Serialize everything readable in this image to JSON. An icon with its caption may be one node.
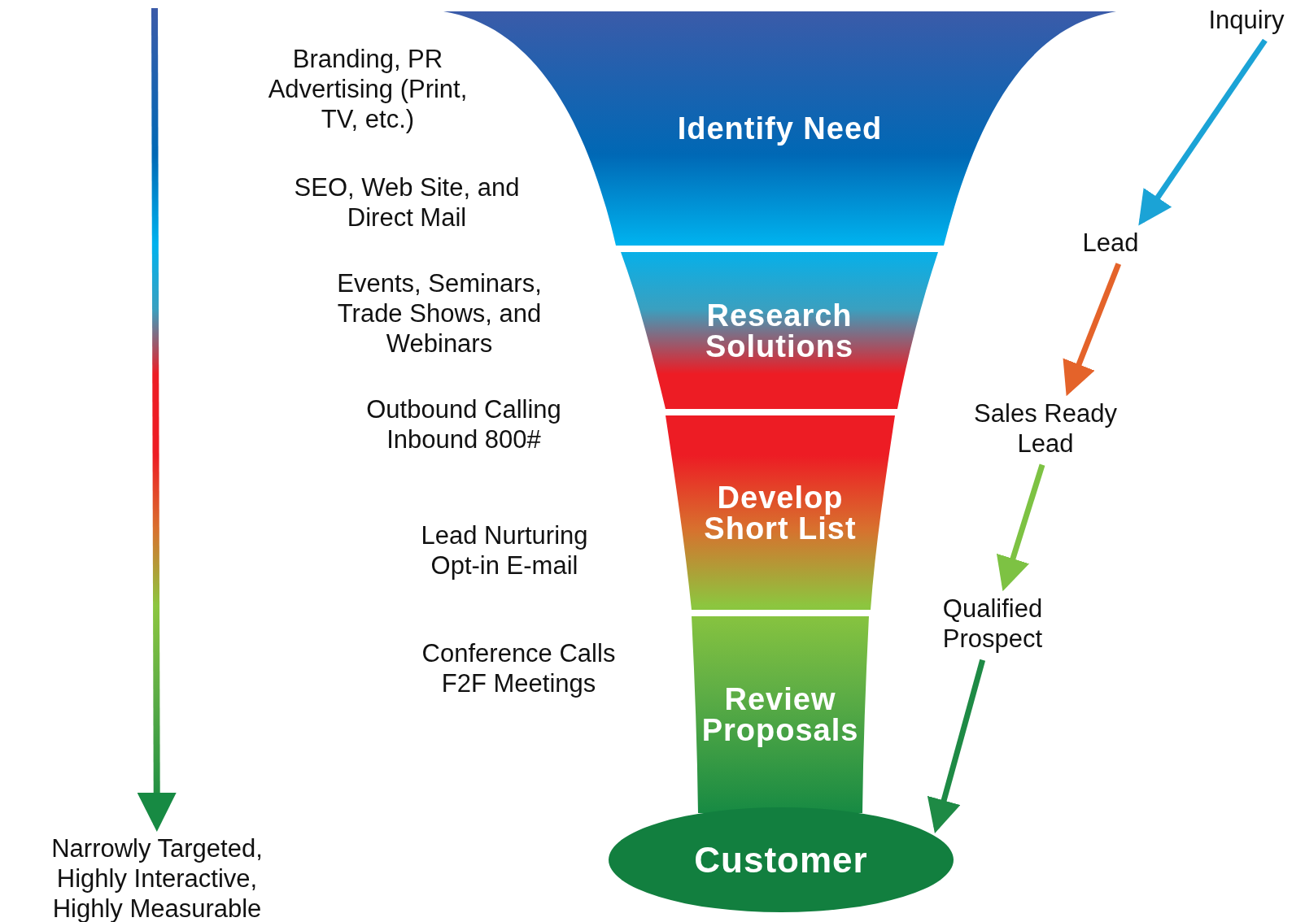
{
  "diagram": {
    "nodes": [
      {
        "text": [
          "Identify Need"
        ]
      },
      {
        "text": [
          "Research Solutions"
        ]
      },
      {
        "text": [
          "Develop Short List"
        ]
      },
      {
        "text": [
          "Review Proposals"
        ]
      },
      {
        "text": [
          "Customer"
        ]
      },
      {
        "text": [
          "Inquiry"
        ]
      },
      {
        "text": [
          "Lead"
        ]
      },
      {
        "text": [
          "Sales Ready Lead"
        ]
      },
      {
        "text": [
          "Qualified Prospect"
        ]
      },
      {
        "text": [
          "Narrowly Targeted, Highly Interactive, Highly Measurable"
        ]
      }
    ],
    "edges": [
      {
        "from": 5,
        "to": 6,
        "arrow": "to",
        "color": "#1ba3d6"
      },
      {
        "from": 6,
        "to": 7,
        "arrow": "to",
        "color": "#e4632a"
      },
      {
        "from": 7,
        "to": 8,
        "arrow": "to",
        "color": "#7dc243"
      },
      {
        "from": 8,
        "to": 4,
        "arrow": "to",
        "color": "#1e8a45"
      },
      {
        "from": null,
        "to": 9,
        "arrow": "to",
        "color": "#178a43"
      }
    ],
    "labels": [
      "Branding, PR Advertising (Print, TV, etc.)",
      "SEO, Web Site, and Direct Mail",
      "Events, Seminars, Trade Shows, and Webinars",
      "Outbound Calling Inbound 800#",
      "Lead Nurturing Opt-in E-mail",
      "Conference Calls F2F Meetings"
    ]
  }
}
